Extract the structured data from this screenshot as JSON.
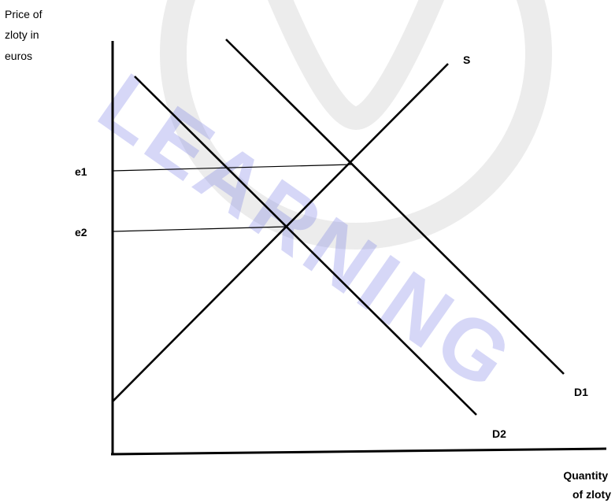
{
  "diagram": {
    "y_axis_label": [
      "Price of",
      "zloty in",
      "euros"
    ],
    "x_axis_label": [
      "Quantity",
      "of zloty"
    ],
    "curves": {
      "supply": "S",
      "demand_1": "D1",
      "demand_2": "D2"
    },
    "price_levels": {
      "e1": "e1",
      "e2": "e2"
    }
  },
  "watermark": {
    "text": "LEARNING",
    "ring_color": "#a9a9a9",
    "text_color": "#6f74e4"
  },
  "colors": {
    "lines": "#000000",
    "background": "#ffffff"
  }
}
